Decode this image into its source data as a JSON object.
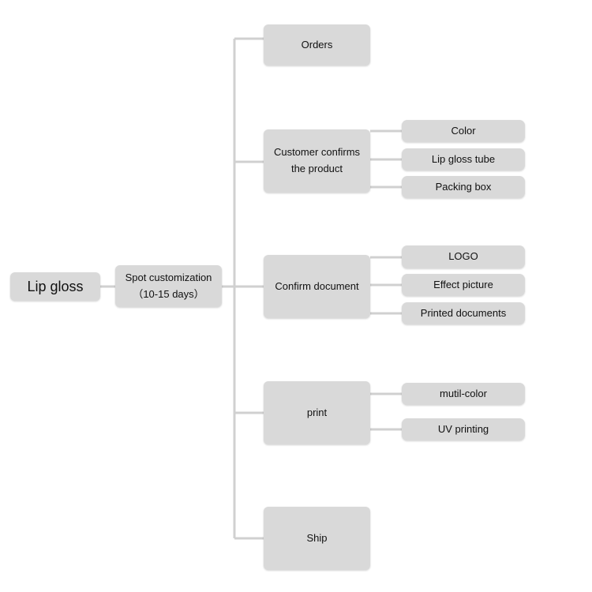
{
  "root": {
    "label": "Lip gloss"
  },
  "level1": {
    "line1": "Spot customization",
    "line2": "（10-15 days）"
  },
  "steps": {
    "orders": {
      "label": "Orders"
    },
    "customer_confirms": {
      "line1": "Customer confirms",
      "line2": "the product",
      "children": [
        "Color",
        "Lip gloss tube",
        "Packing box"
      ]
    },
    "confirm_document": {
      "label": "Confirm document",
      "children": [
        "LOGO",
        "Effect picture",
        "Printed documents"
      ]
    },
    "print": {
      "label": "print",
      "children": [
        "mutil-color",
        "UV printing"
      ]
    },
    "ship": {
      "label": "Ship"
    }
  },
  "colors": {
    "node_fill": "#d9d9d9",
    "connector": "#d0d0d0",
    "text": "#111111"
  }
}
